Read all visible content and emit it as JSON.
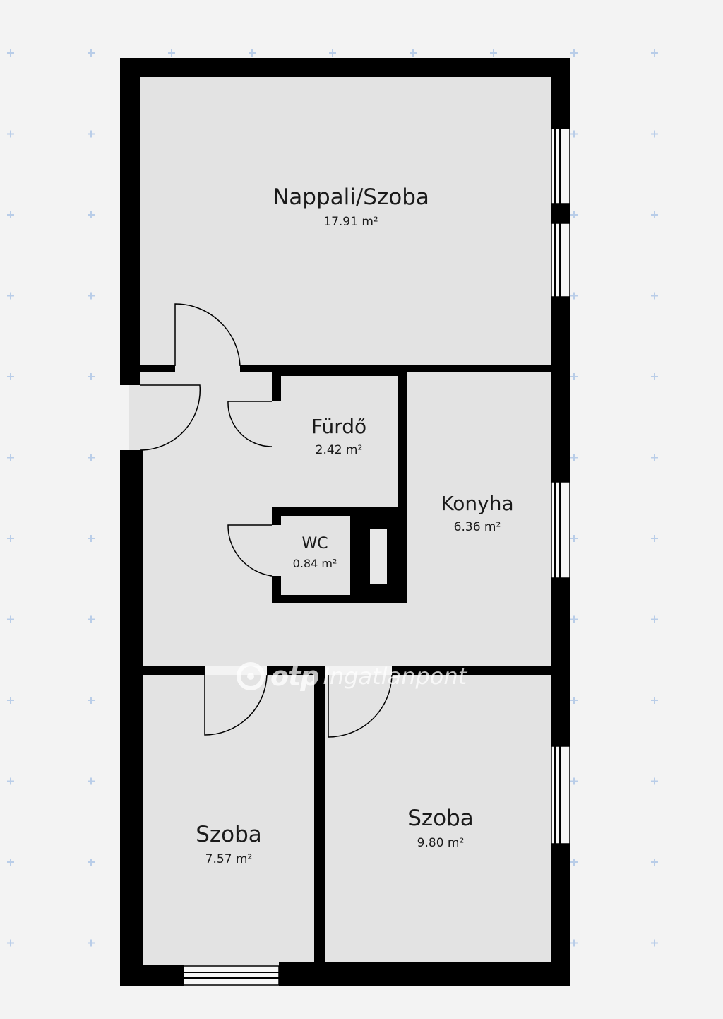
{
  "rooms": [
    {
      "name": "Nappali/Szoba",
      "area": "17.91 m²"
    },
    {
      "name": "Fürdő",
      "area": "2.42 m²"
    },
    {
      "name": "Konyha",
      "area": "6.36 m²"
    },
    {
      "name": "WC",
      "area": "0.84 m²"
    },
    {
      "name": "Szoba",
      "area": "7.57 m²"
    },
    {
      "name": "Szoba",
      "area": "9.80 m²"
    }
  ],
  "watermark": {
    "brand": "otp",
    "text": "Ingatlanpont"
  },
  "colors": {
    "background": "#f3f3f3",
    "floor": "#e3e3e3",
    "wall": "#000000",
    "grid_marker": "#b9cde8"
  }
}
